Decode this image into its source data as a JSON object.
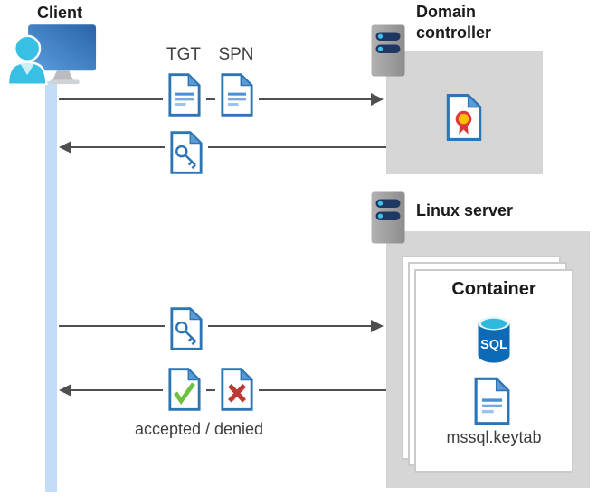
{
  "client": {
    "label": "Client"
  },
  "domain_controller": {
    "label": "Domain controller"
  },
  "linux_server": {
    "label": "Linux server",
    "container": {
      "label": "Container",
      "sql_badge": "SQL",
      "keytab_file": "mssql.keytab"
    }
  },
  "flows": {
    "request": {
      "tgt": "TGT",
      "spn": "SPN"
    },
    "result": "accepted / denied"
  },
  "icons": {
    "client": "user-workstation-icon",
    "domain_controller": "server-tower-icon",
    "linux_server": "server-tower-icon",
    "certificate": "certificate-document-icon",
    "tgt": "text-document-icon",
    "spn": "text-document-icon",
    "key_ticket": "key-document-icon",
    "accepted": "check-document-icon",
    "denied": "cross-document-icon",
    "database": "sql-database-icon",
    "keytab": "text-document-icon"
  },
  "colors": {
    "document_blue": "#2e75b6",
    "document_fold_blue": "#5b9bd5",
    "lifeline_blue": "#c3dcf7",
    "panel_gray": "#d6d6d6",
    "arrow_gray": "#4f4f4f",
    "accept_green": "#6fc13f",
    "deny_red": "#bb3a31",
    "sql_body_blue": "#0d6ab7",
    "sql_top_teal": "#2fb9dd",
    "client_cyan": "#38c0e4",
    "server_bar_navy": "#1e3863",
    "certificate_yellow": "#ffc000",
    "certificate_red": "#d23b36"
  }
}
